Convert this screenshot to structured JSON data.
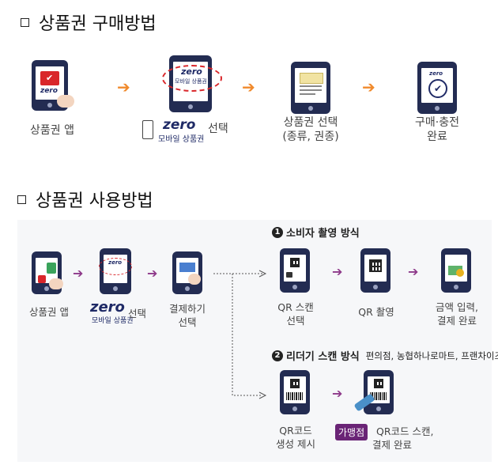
{
  "sections": {
    "purchase_title": "상품권 구매방법",
    "usage_title": "상품권 사용방법"
  },
  "purchase": {
    "steps": [
      {
        "label": "상품권 앱"
      },
      {
        "label_suffix": "선택",
        "brand": "zero",
        "brand_sub": "모바일 상품권"
      },
      {
        "line1": "상품권 선택",
        "line2": "(종류, 권종)"
      },
      {
        "line1": "구매·충전",
        "line2": "완료"
      }
    ]
  },
  "usage": {
    "app_label": "상품권 앱",
    "brand": "zero",
    "brand_sub": "모바일 상품권",
    "select_suffix": "선택",
    "pay_line1": "결제하기",
    "pay_line2": "선택",
    "consumer": {
      "num": "1",
      "title": "소비자 촬영 방식",
      "steps": [
        {
          "line1": "QR 스캔",
          "line2": "선택"
        },
        {
          "line1": "QR 촬영"
        },
        {
          "line1": "금액 입력,",
          "line2": "결제 완료"
        }
      ]
    },
    "reader": {
      "num": "2",
      "title": "리더기 스캔 방식",
      "note": "편의점, 농협하나로마트, 프랜차이즈 등",
      "steps": [
        {
          "line1": "QR코드",
          "line2": "생성 제시"
        },
        {
          "badge": "가맹점",
          "line1": "QR코드 스캔,",
          "line2": "결제 완료"
        }
      ]
    }
  },
  "colors": {
    "arrow_orange": "#f08a2c",
    "arrow_purple": "#8e3a8a",
    "phone_navy": "#232c52",
    "badge_purple": "#6a2476",
    "panel_bg": "#f6f7f9"
  }
}
